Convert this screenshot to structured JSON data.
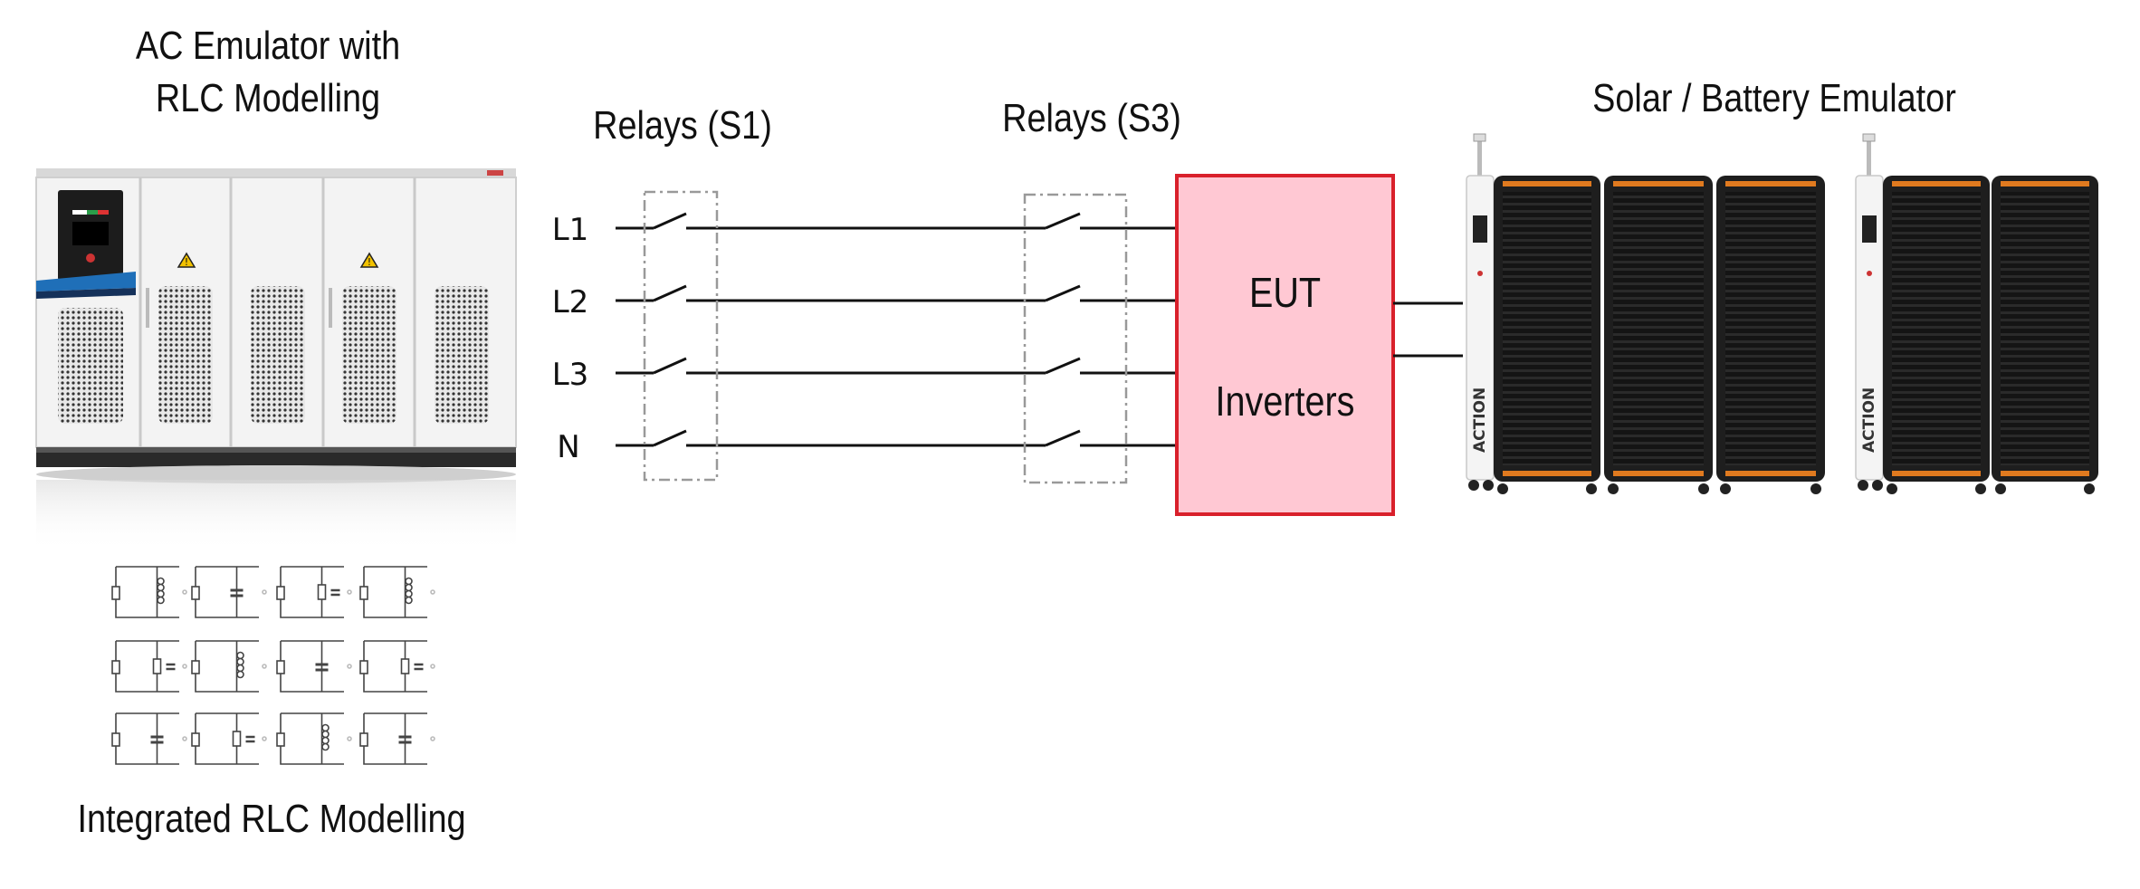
{
  "titles": {
    "ac_emulator_line1": "AC Emulator with",
    "ac_emulator_line2": "RLC Modelling",
    "relays_s1": "Relays (S1)",
    "relays_s3": "Relays (S3)",
    "solar_battery": "Solar / Battery Emulator",
    "integrated_rlc": "Integrated RLC Modelling"
  },
  "lines": [
    "L1",
    "L2",
    "L3",
    "N"
  ],
  "eut": {
    "line1": "EUT",
    "line2": "Inverters"
  },
  "battery_brand": [
    "ACTION",
    "ACTION"
  ],
  "colors": {
    "eut_fill": "#ffc8d3",
    "eut_border": "#d9202b",
    "battery_body": "#1e1e1e",
    "battery_accent": "#e07a1f",
    "cabinet_body": "#f2f2f2"
  },
  "icons": [
    "warning-icon",
    "warning-icon"
  ]
}
